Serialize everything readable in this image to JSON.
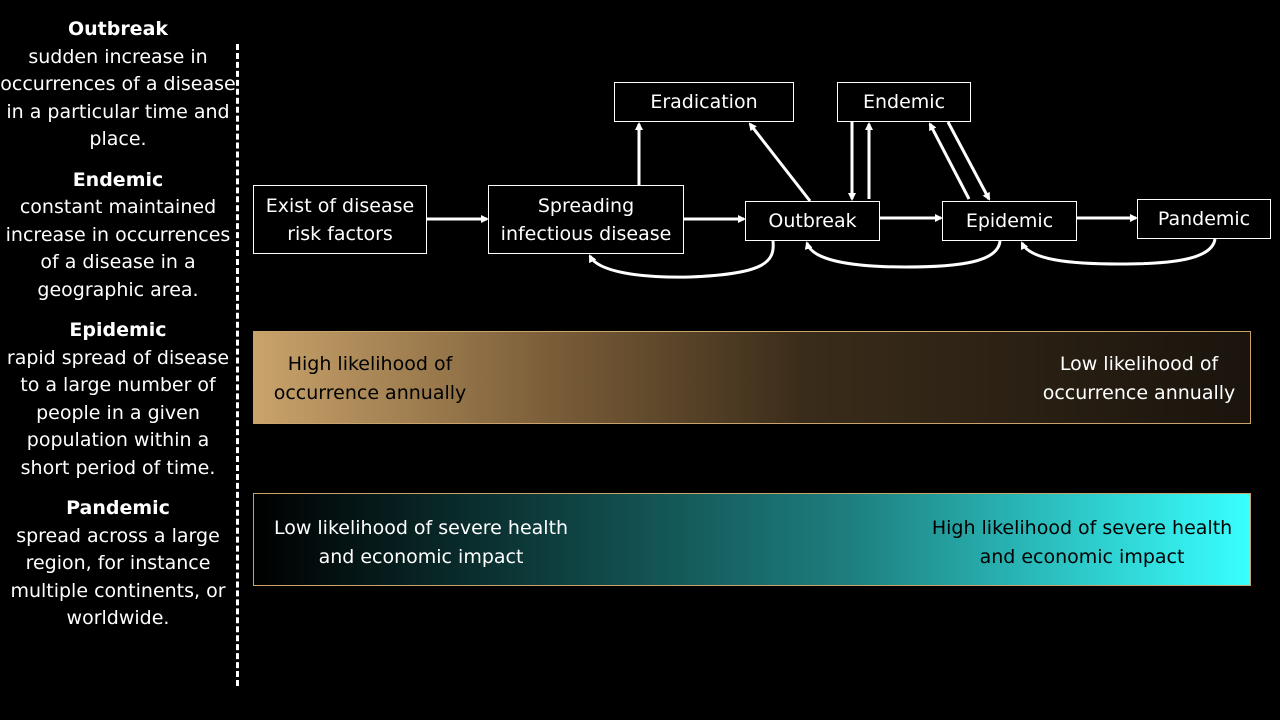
{
  "definitions": [
    {
      "term": "Outbreak",
      "definition": "sudden increase in occurrences of a disease in a particular time and place."
    },
    {
      "term": "Endemic",
      "definition": "constant maintained increase  in occurrences of a disease in a geographic area."
    },
    {
      "term": "Epidemic",
      "definition": "rapid spread of disease to a large number of people in a given population within a short period of time."
    },
    {
      "term": "Pandemic",
      "definition": "spread across a large region, for instance multiple continents, or worldwide."
    }
  ],
  "nodes": {
    "risk_factors": "Exist of disease risk factors",
    "spreading": "Spreading infectious disease",
    "eradication": "Eradication",
    "endemic": "Endemic",
    "outbreak": "Outbreak",
    "epidemic": "Epidemic",
    "pandemic": "Pandemic"
  },
  "bands": {
    "likelihood": {
      "left": "High likelihood of occurrence annually",
      "right": "Low likelihood of occurrence annually"
    },
    "impact": {
      "left": "Low likelihood of severe health and economic impact",
      "right": "High likelihood of severe health and economic impact"
    }
  },
  "colors": {
    "background": "#000000",
    "likelihood_gold": "#c9a36b",
    "impact_cyan": "#39ffff"
  }
}
